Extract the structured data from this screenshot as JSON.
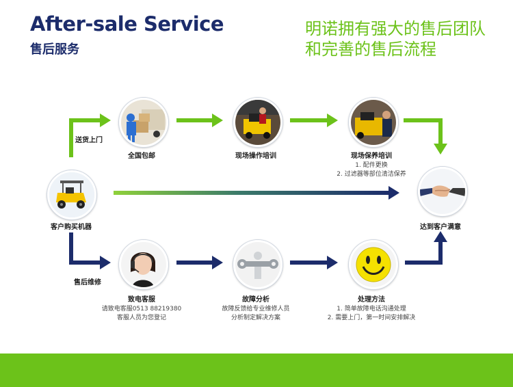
{
  "header": {
    "title_en": "After-sale Service",
    "title_cn": "售后服务",
    "slogan_line1": "明诺拥有强大的售后团队",
    "slogan_line2": "和完善的售后流程"
  },
  "branches": {
    "top": "送货上门",
    "bottom": "售后维修"
  },
  "nodes": {
    "start": {
      "label": "客户购买机器"
    },
    "end": {
      "label": "达到客户满意"
    },
    "t1": {
      "label": "全国包邮"
    },
    "t2": {
      "label": "现场操作培训"
    },
    "t3": {
      "label": "现场保养培训",
      "notes": [
        "1. 配件更换",
        "2. 过滤器等部位清洁保养"
      ]
    },
    "b1": {
      "label": "致电客服",
      "notes": [
        "请致电客服0513 88219380",
        "客服人员为您登记"
      ]
    },
    "b2": {
      "label": "故障分析",
      "notes": [
        "故障反馈给专业维修人员",
        "分析制定解决方案"
      ]
    },
    "b3": {
      "label": "处理方法",
      "notes": [
        "1. 简单故障电话沟通处理",
        "2. 需要上门，第一时间安排解决"
      ]
    }
  },
  "colors": {
    "navy": "#1c2c6b",
    "green": "#6cc21a"
  }
}
